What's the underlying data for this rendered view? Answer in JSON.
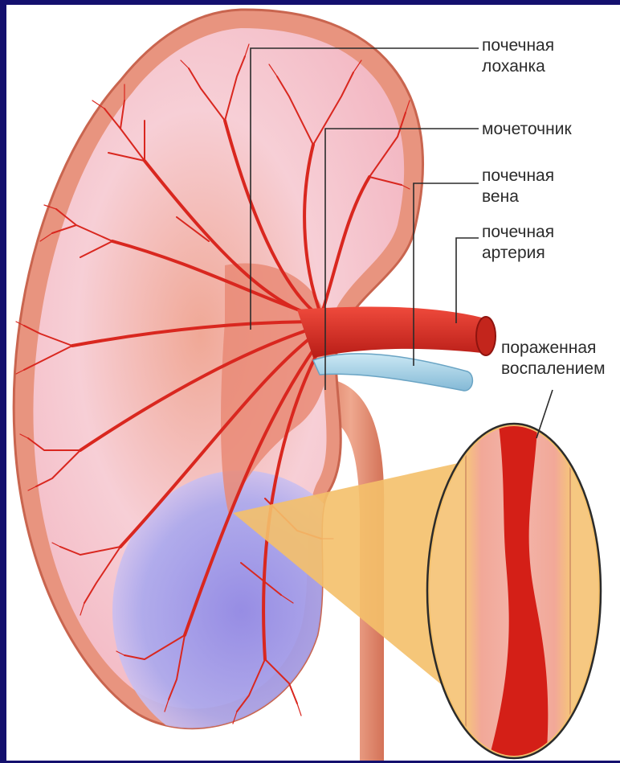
{
  "colors": {
    "background": "#14106e",
    "kidney_outer": "#ea9a86",
    "kidney_inner": "#f6d0d6",
    "vessel": "#d92b22",
    "vein": "#a9d7ea",
    "ureter": "#e38a6f",
    "lower_region": "#8f8fe8",
    "callout": "#f4c06a"
  },
  "labels": {
    "renal_pelvis": "почечная\nлоханка",
    "ureter": "мочеточник",
    "renal_vein": "почечная\nвена",
    "renal_artery": "почечная\nартерия",
    "inflamed": "пораженная\nвоспалением"
  }
}
